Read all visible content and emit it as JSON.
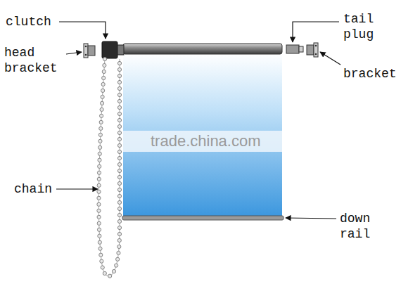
{
  "diagram": {
    "labels": [
      "clutch",
      "head bracket",
      "tail plug",
      "bracket",
      "chain",
      "down rail",
      "trade.china.com"
    ]
  }
}
